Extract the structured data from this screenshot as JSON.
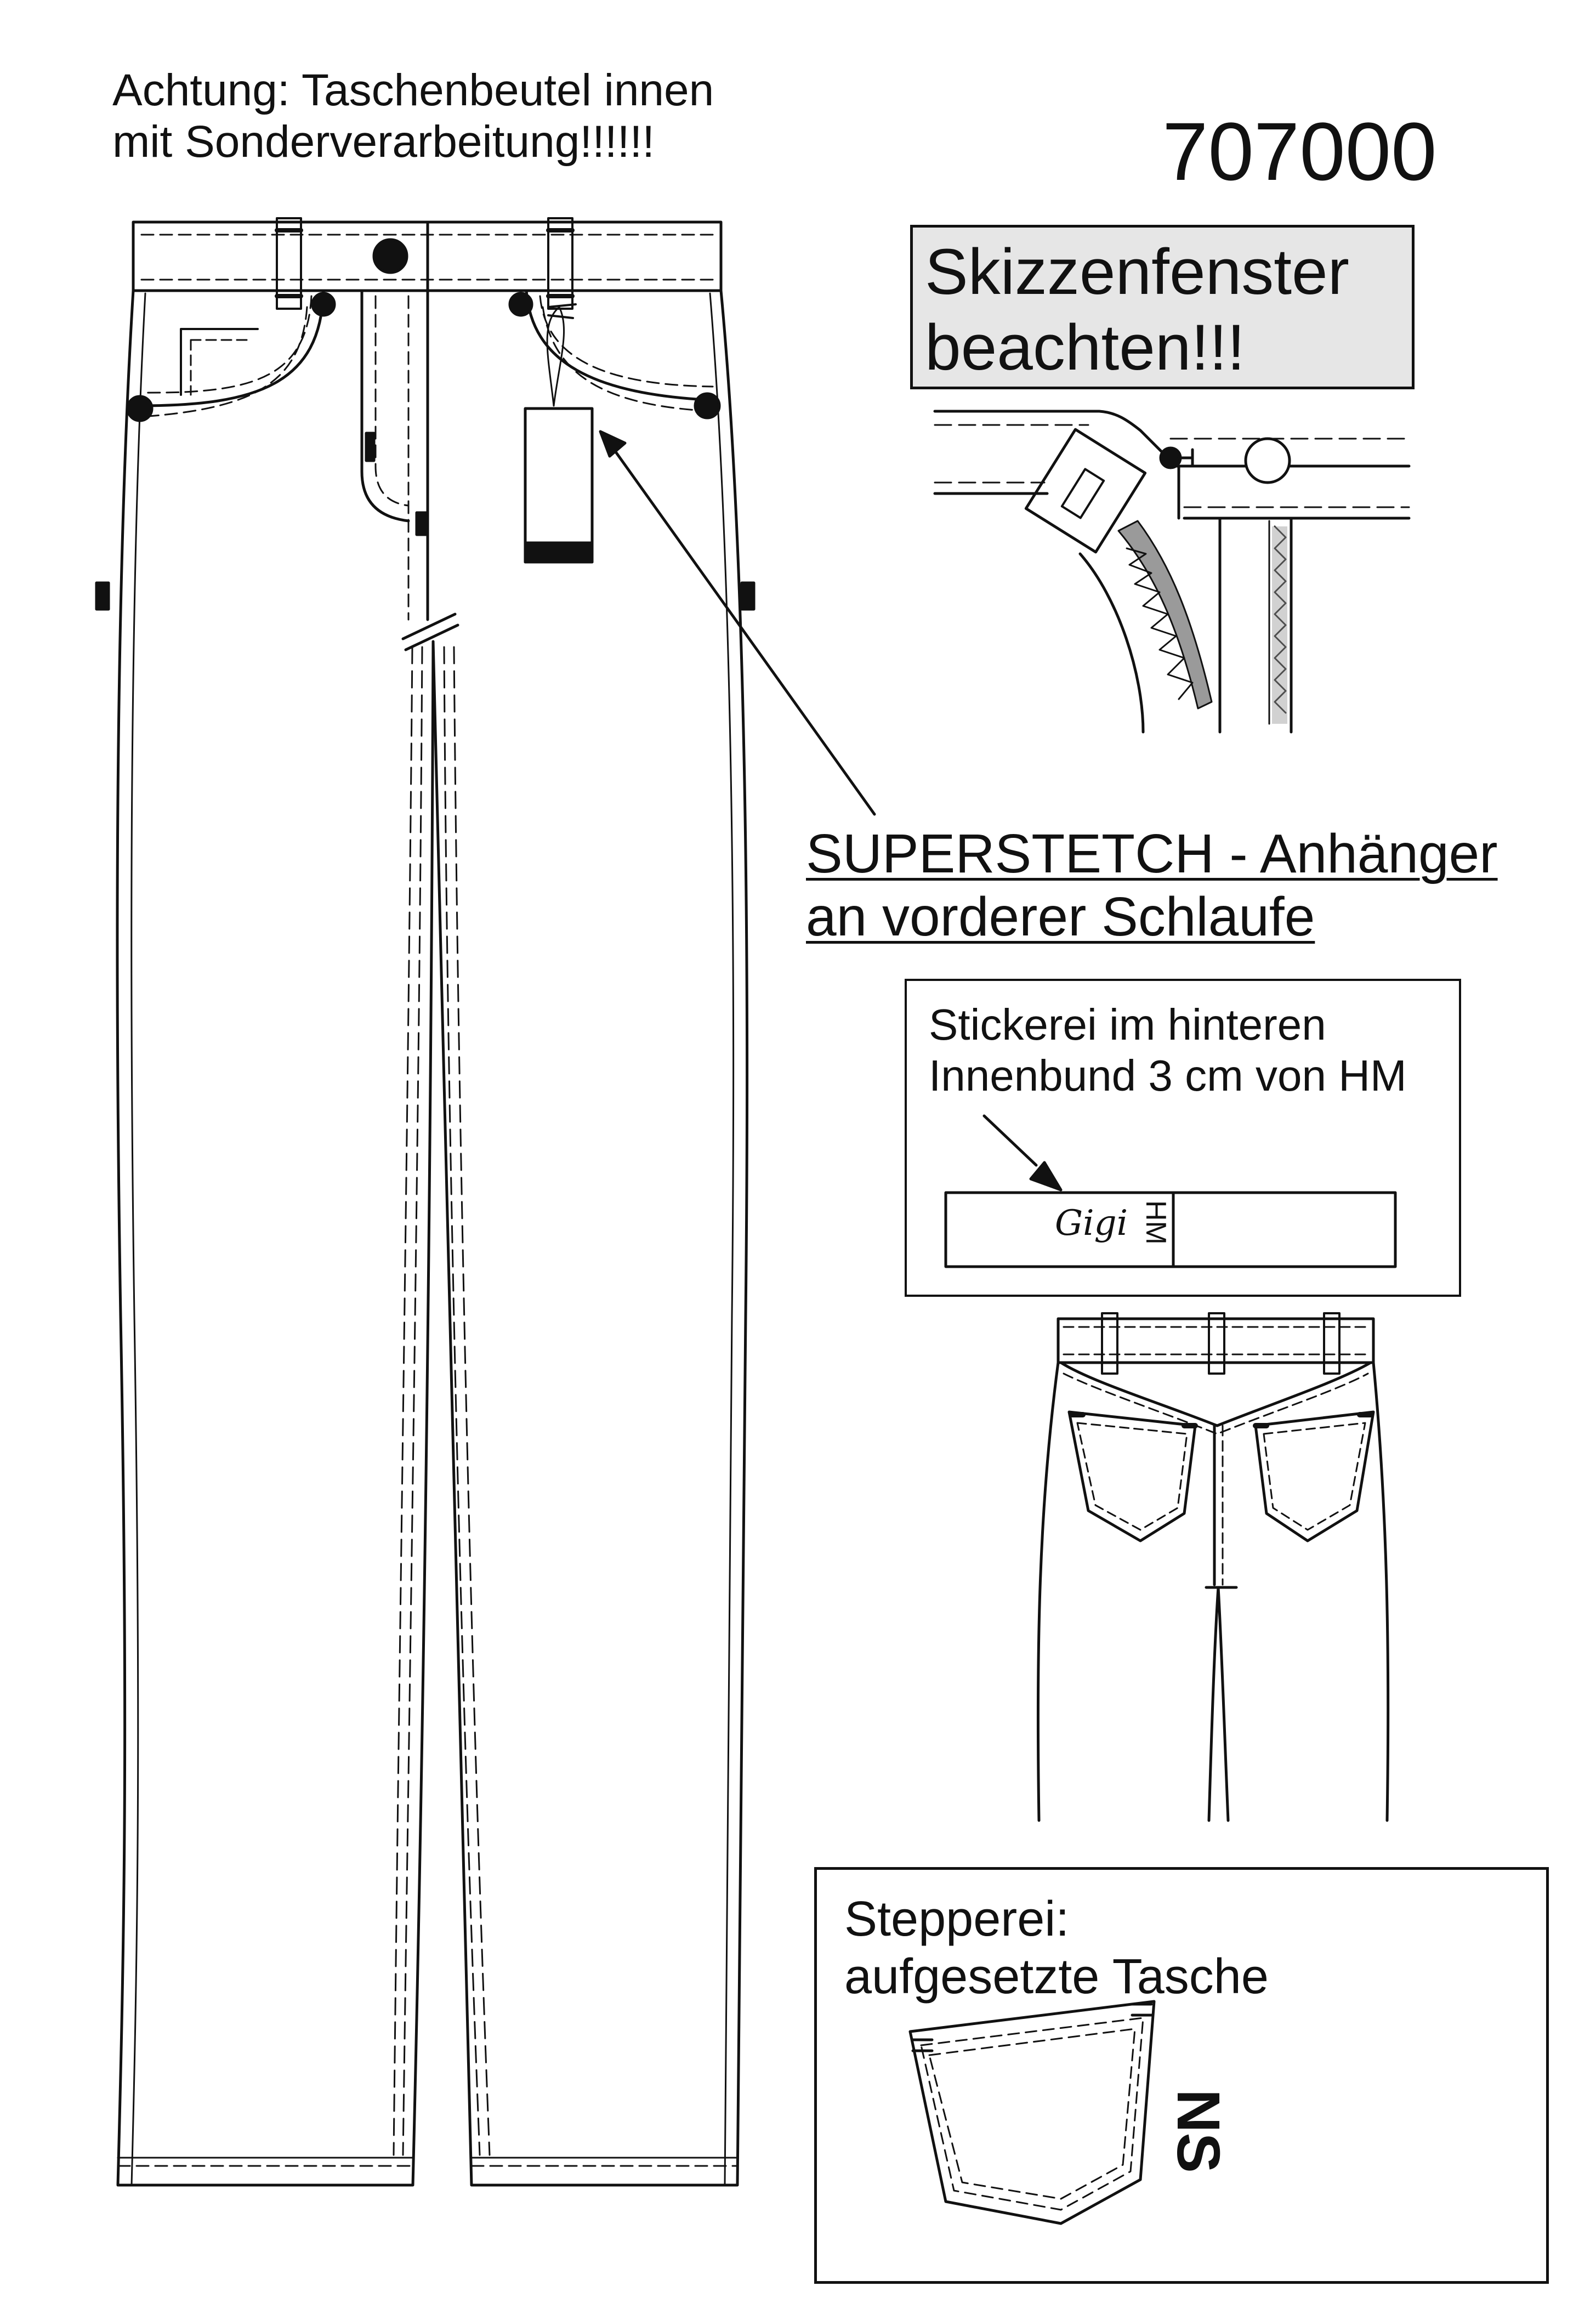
{
  "note": {
    "line1": "Achtung: Taschenbeutel innen",
    "line2": "mit Sonderverarbeitung!!!!!!"
  },
  "article_number": "707000",
  "sketch_window": {
    "line1": "Skizzenfenster",
    "line2": "beachten!!!"
  },
  "hangtag": {
    "line1": "SUPERSTETCH - Anhänger",
    "line2": "an vorderer Schlaufe"
  },
  "embroidery": {
    "line1": "Stickerei im hinteren",
    "line2": "Innenbund 3 cm von HM",
    "logo_text": "Gigi",
    "hm_label": "HM"
  },
  "stitching": {
    "line1": "Stepperei:",
    "line2": "aufgesetzte Tasche",
    "side_label": "NS"
  },
  "colors": {
    "line": "#111111",
    "sketch_box_fill": "#e6e6e6",
    "grey_fill": "#9a9a9a"
  }
}
